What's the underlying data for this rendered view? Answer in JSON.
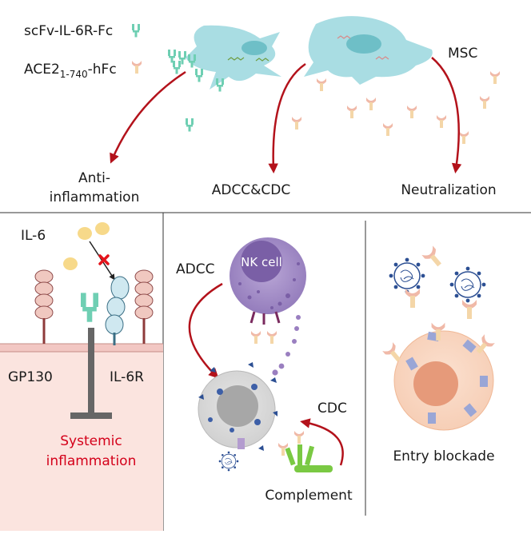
{
  "legend": {
    "scfv_label": "scFv-IL-6R-Fc",
    "ace2_prefix": "ACE2",
    "ace2_sub": "1-740",
    "ace2_suffix": "-hFc"
  },
  "top": {
    "msc_label": "MSC",
    "anti_line1": "Anti-",
    "anti_line2": "inflammation",
    "adcc_cdc": "ADCC&CDC",
    "neutralization": "Neutralization"
  },
  "panel_left": {
    "il6": "IL-6",
    "gp130": "GP130",
    "il6r": "IL-6R",
    "systemic_line1": "Systemic",
    "systemic_line2": "inflammation"
  },
  "panel_middle": {
    "adcc": "ADCC",
    "nk_cell": "NK cell",
    "cdc": "CDC",
    "complement": "Complement"
  },
  "panel_right": {
    "entry_blockade": "Entry blockade"
  },
  "colors": {
    "arrow_red": "#b3121b",
    "text_red": "#d4001a",
    "msc_cell": "#a9dde3",
    "scfv_green": "#6fcfb3",
    "ace2_pink": "#f0c2b4",
    "nk_purple": "#9a7fc0",
    "virus_blue": "#2c4f93",
    "membrane": "#f2c7c3"
  }
}
